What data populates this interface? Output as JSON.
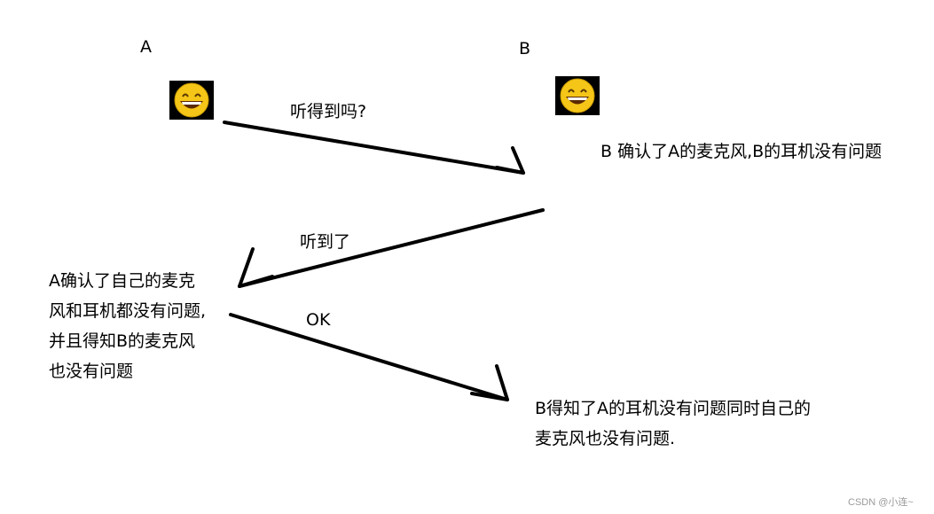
{
  "party_a": {
    "label": "A",
    "icon": "grinning-face-emoji"
  },
  "party_b": {
    "label": "B",
    "icon": "grinning-face-emoji"
  },
  "messages": [
    {
      "from": "A",
      "to": "B",
      "text": "听得到吗?"
    },
    {
      "from": "B",
      "to": "A",
      "text": "听到了"
    },
    {
      "from": "A",
      "to": "B",
      "text": "OK"
    }
  ],
  "notes": {
    "b_first": "B  确认了A的麦克风,B的耳机没有问题",
    "a_confirm": [
      "A确认了自己的麦克",
      "风和耳机都没有问题,",
      "并且得知B的麦克风",
      "也没有问题"
    ],
    "b_final": [
      "B得知了A的耳机没有问题同时自己的",
      "麦克风也没有问题."
    ]
  },
  "watermark": "CSDN @小连~",
  "colors": {
    "arrow": "#000000",
    "face": "#f5c518",
    "background": "#ffffff"
  }
}
